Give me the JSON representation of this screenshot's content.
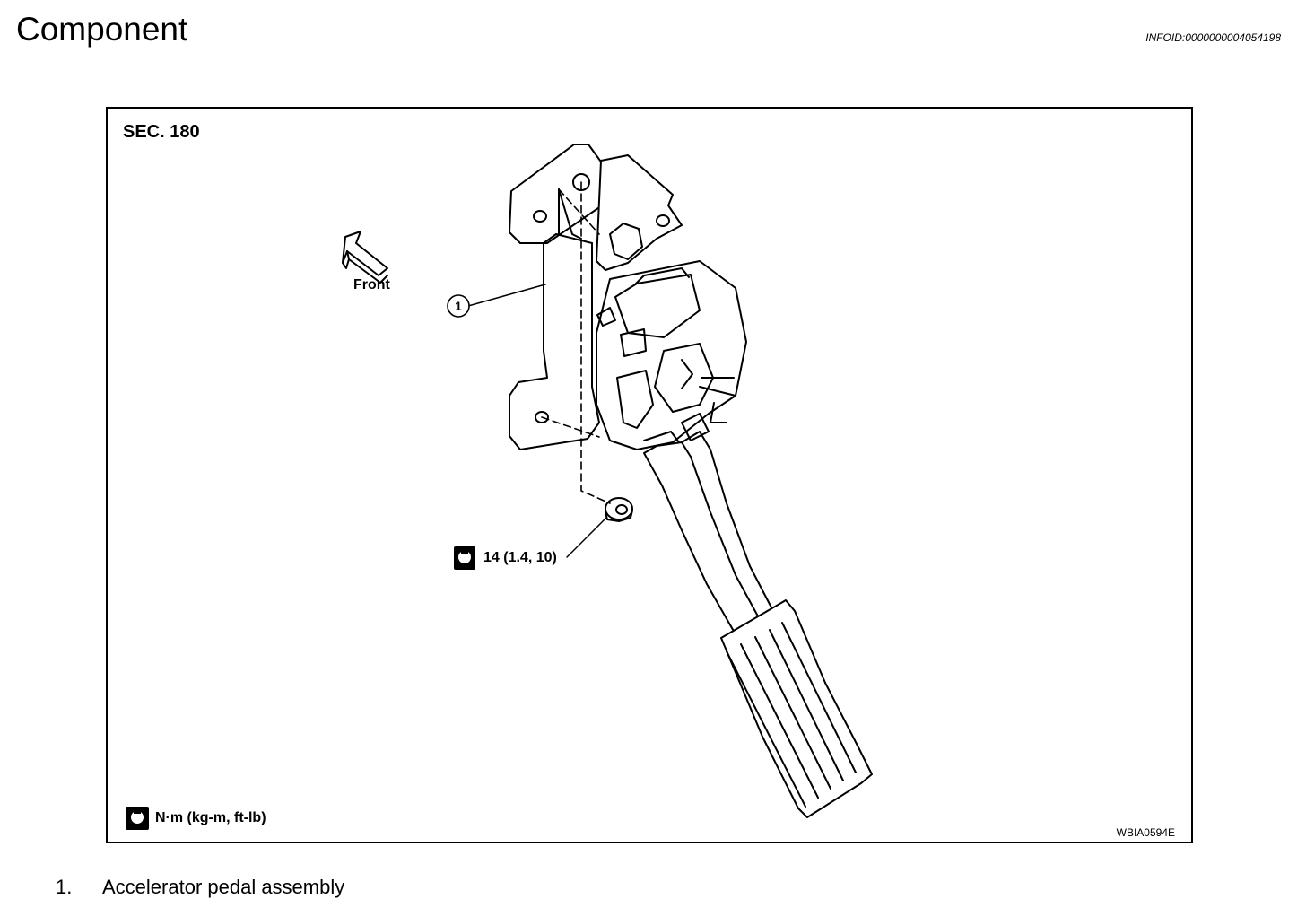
{
  "header": {
    "title": "Component",
    "info_id": "INFOID:0000000004054198"
  },
  "figure": {
    "section": "SEC. 180",
    "front_label": "Front",
    "callout_number": "1",
    "torque_spec": "14 (1.4, 10)",
    "torque_units": "N·m (kg-m, ft-lb)",
    "figure_code": "WBIA0594E"
  },
  "legend": [
    {
      "number": "1.",
      "label": "Accelerator pedal assembly"
    }
  ]
}
